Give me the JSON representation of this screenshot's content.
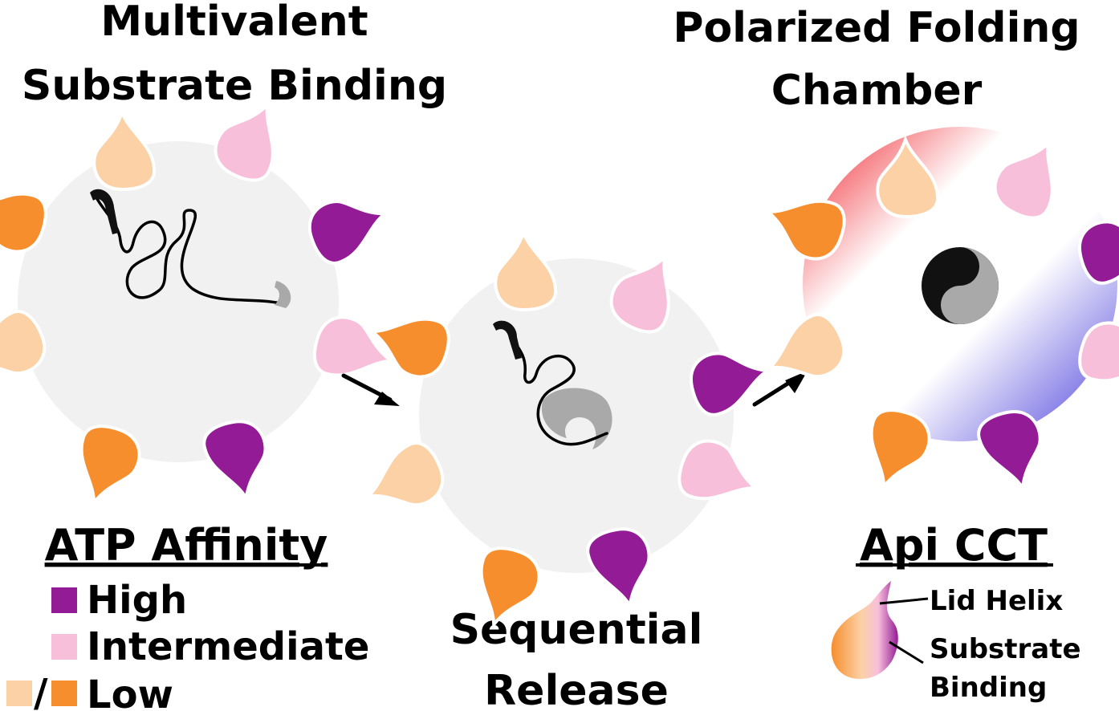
{
  "titles": {
    "multivalent_line1": "Multivalent",
    "multivalent_line2": "Substrate Binding",
    "polarized_line1": "Polarized Folding",
    "polarized_line2": "Chamber",
    "sequential_line1": "Sequential",
    "sequential_line2": "Release"
  },
  "legend": {
    "heading": "ATP Affinity",
    "items": [
      {
        "label": "High",
        "color": "#941b96"
      },
      {
        "label": "Intermediate",
        "color": "#f8bfdb"
      },
      {
        "label": "Low",
        "color_a": "#fbd1a5",
        "color_b": "#f68e2d"
      }
    ],
    "separator": "/"
  },
  "api_cct": {
    "heading": "Api CCT",
    "lid_label": "Lid Helix",
    "substrate_line1": "Substrate",
    "substrate_line2": "Binding"
  },
  "colors": {
    "high": "#941b96",
    "intermediate": "#f8bfdb",
    "low_light": "#fbd1a5",
    "low_dark": "#f68e2d",
    "chamber_bg": "#f1f1f1",
    "substrate_gray": "#a9a9a9",
    "pole_red": "#ef1c25",
    "pole_blue": "#4b3fdb"
  }
}
